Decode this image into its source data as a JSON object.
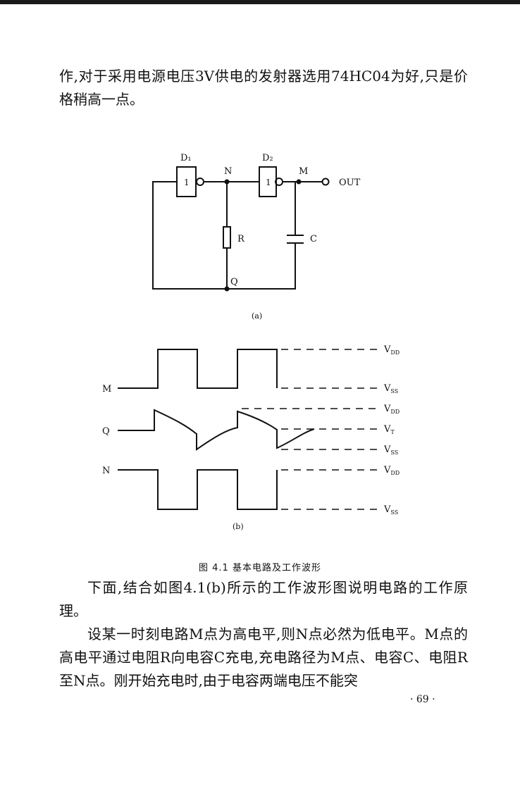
{
  "page": {
    "paragraphs": [
      "作,对于采用电源电压3V供电的发射器选用74HC04为好,只是价格稍高一点。",
      "下面,结合如图4.1(b)所示的工作波形图说明电路的工作原理。",
      "设某一时刻电路M点为高电平,则N点必然为低电平。M点的高电平通过电阻R向电容C充电,充电路径为M点、电容C、电阻R至N点。刚开始充电时,由于电容两端电压不能突"
    ],
    "page_number": "· 69 ·"
  },
  "circuit": {
    "gate1_label": "D₁",
    "gate2_label": "D₂",
    "gate1_symbol": "1",
    "gate2_symbol": "1",
    "node_n": "N",
    "node_m": "M",
    "node_q": "Q",
    "out_label": "OUT",
    "resistor_label": "R",
    "capacitor_label": "C",
    "sub_label": "(a)"
  },
  "waveform": {
    "signal_m": "M",
    "signal_q": "Q",
    "signal_n": "N",
    "vdd_label": "V",
    "vdd_sub": "DD",
    "vss_label": "V",
    "vss_sub": "SS",
    "vt_label": "V",
    "vt_sub": "T",
    "sub_label": "(b)"
  },
  "figure": {
    "caption": "图 4.1  基本电路及工作波形"
  }
}
